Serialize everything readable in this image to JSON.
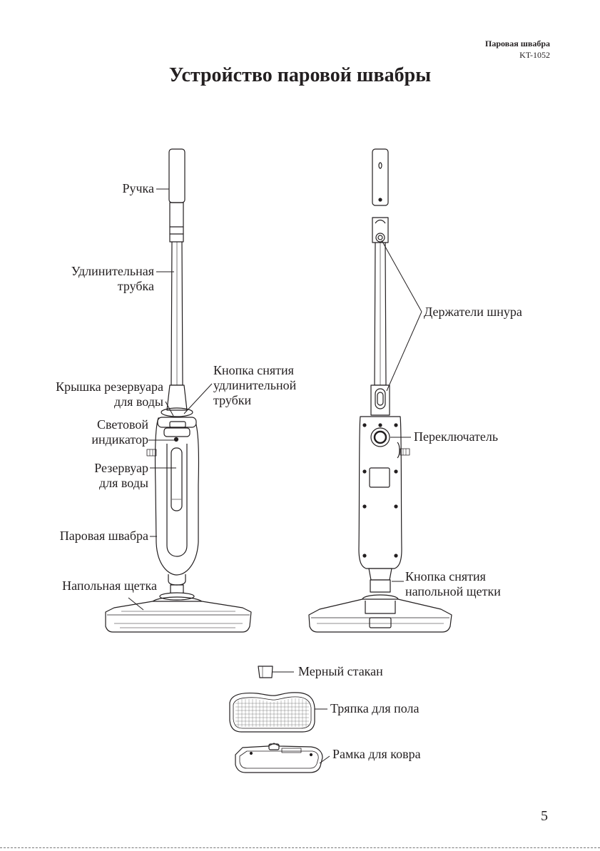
{
  "header": {
    "title": "Паровая швабра",
    "model": "KT-1052"
  },
  "page_title": "Устройство паровой швабры",
  "labels": {
    "handle": "Ручка",
    "extension_tube_1": "Удлинительная",
    "extension_tube_2": "трубка",
    "tank_cap_1": "Крышка резервуара",
    "tank_cap_2": "для воды",
    "indicator_1": "Световой",
    "indicator_2": "индикатор",
    "tank_1": "Резервуар",
    "tank_2": "для воды",
    "mop_body": "Паровая швабра",
    "floor_brush": "Напольная щетка",
    "tube_release_1": "Кнопка снятия",
    "tube_release_2": "удлинительной",
    "tube_release_3": "трубки",
    "cord_holders": "Держатели шнура",
    "switch": "Переключатель",
    "brush_release_1": "Кнопка снятия",
    "brush_release_2": "напольной щетки",
    "measuring_cup": "Мерный стакан",
    "floor_cloth": "Тряпка для пола",
    "carpet_frame": "Рамка для ковра"
  },
  "page_number": "5"
}
